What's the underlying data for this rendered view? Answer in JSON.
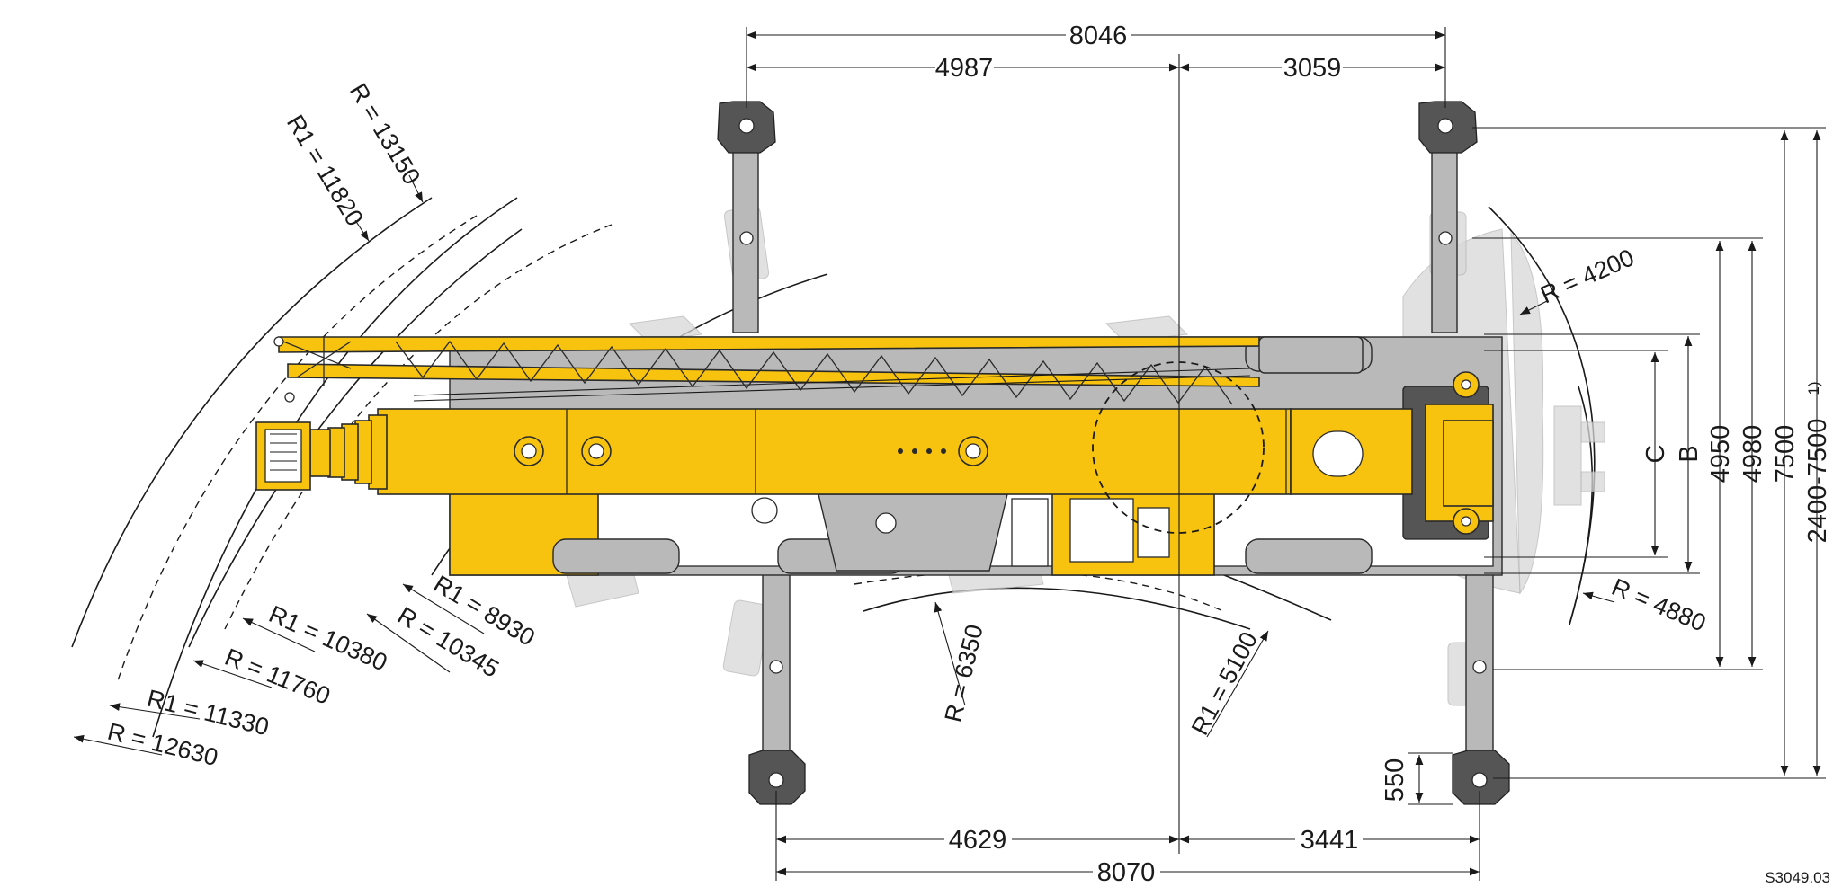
{
  "dimensions": {
    "top_total": "8046",
    "top_left": "4987",
    "top_right": "3059",
    "bottom_total": "8070",
    "bottom_left": "4629",
    "bottom_right": "3441",
    "pad": "550",
    "side_c": "C",
    "side_b": "B",
    "side_4950": "4950",
    "side_4980": "4980",
    "side_7500": "7500",
    "side_range": "2400-7500",
    "side_range_note": "1)"
  },
  "radii": {
    "r_13150": "R = 13150",
    "r1_11820": "R1 = 11820",
    "r_4200": "R = 4200",
    "r_4880": "R = 4880",
    "r1_8930": "R1 = 8930",
    "r_10345": "R = 10345",
    "r1_10380": "R1 = 10380",
    "r_11760": "R = 11760",
    "r1_11330": "R1 = 11330",
    "r_12630": "R = 12630",
    "r_6350": "R = 6350",
    "r1_5100": "R1 = 5100"
  },
  "drawing_ref": "S3049.03",
  "colors": {
    "body_yellow": "#f7c30f",
    "outrigger_grey": "#b9b9b9",
    "line": "#1a1a1a"
  }
}
